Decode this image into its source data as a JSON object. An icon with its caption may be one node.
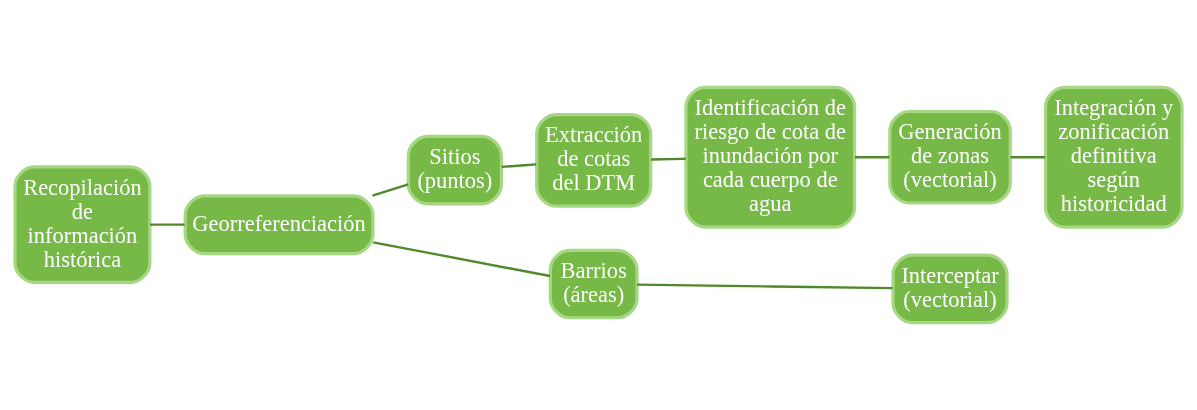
{
  "diagram": {
    "nodes": [
      {
        "text": [
          "Recopilación de información histórica"
        ]
      },
      {
        "text": [
          "Georreferenciación"
        ]
      },
      {
        "text": [
          "Sitios (puntos)"
        ]
      },
      {
        "text": [
          "Extracción de cotas del DTM"
        ]
      },
      {
        "text": [
          "Identificación de riesgo de cota de inundación por cada cuerpo de agua"
        ]
      },
      {
        "text": [
          "Generación de zonas (vectorial)"
        ]
      },
      {
        "text": [
          "Integración y zonificación definitiva según historicidad"
        ]
      },
      {
        "text": [
          "Barrios (áreas)"
        ]
      },
      {
        "text": [
          "Interceptar (vectorial)"
        ]
      }
    ],
    "edges": [
      {
        "from": 0,
        "to": 1,
        "arrow": "none"
      },
      {
        "from": 1,
        "to": 2,
        "arrow": "none"
      },
      {
        "from": 1,
        "to": 7,
        "arrow": "none"
      },
      {
        "from": 2,
        "to": 3,
        "arrow": "none"
      },
      {
        "from": 3,
        "to": 4,
        "arrow": "none"
      },
      {
        "from": 4,
        "to": 5,
        "arrow": "none"
      },
      {
        "from": 5,
        "to": 6,
        "arrow": "none"
      },
      {
        "from": 7,
        "to": 8,
        "arrow": "none"
      }
    ]
  }
}
